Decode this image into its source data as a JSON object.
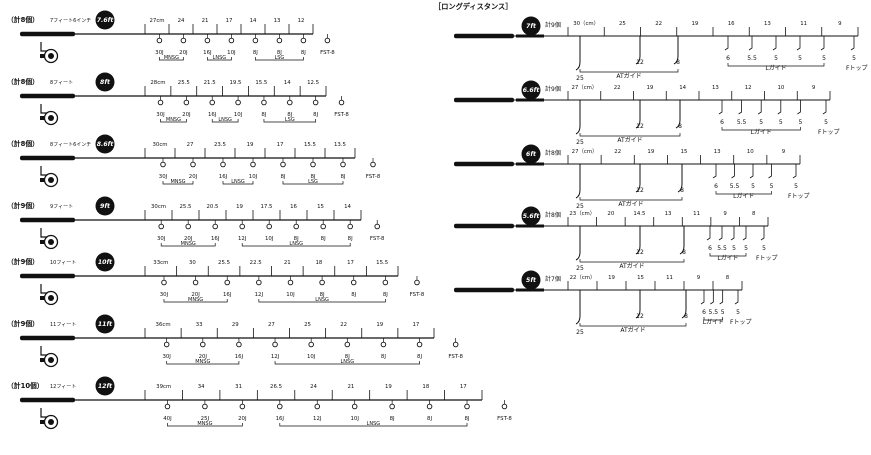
{
  "section_title": "［ロングディスタンス］",
  "left_rods": [
    {
      "count_label": "（計8個）",
      "length_label": "7フィート6インチ",
      "badge": "7.6ft",
      "spacings": [
        "27cm",
        "24",
        "21",
        "17",
        "14",
        "13",
        "12"
      ],
      "guides": [
        "30J",
        "20J",
        "16J",
        "10J",
        "8J",
        "8J",
        "8J",
        "FST-8"
      ],
      "group_labels": [
        "MNSG",
        "LNSG",
        "LSG"
      ]
    },
    {
      "count_label": "（計8個）",
      "length_label": "8フィート",
      "badge": "8ft",
      "spacings": [
        "28cm",
        "25.5",
        "21.5",
        "19.5",
        "15.5",
        "14",
        "12.5"
      ],
      "guides": [
        "30J",
        "20J",
        "16J",
        "10J",
        "8J",
        "8J",
        "8J",
        "FST-8"
      ],
      "group_labels": [
        "MNSG",
        "LNSG",
        "LSG"
      ]
    },
    {
      "count_label": "（計8個）",
      "length_label": "8フィート6インチ",
      "badge": "8.6ft",
      "spacings": [
        "30cm",
        "27",
        "23.5",
        "19",
        "17",
        "15.5",
        "13.5"
      ],
      "guides": [
        "30J",
        "20J",
        "16J",
        "10J",
        "8J",
        "8J",
        "8J",
        "FST-8"
      ],
      "group_labels": [
        "MNSG",
        "LNSG",
        "LSG"
      ]
    },
    {
      "count_label": "（計9個）",
      "length_label": "9フィート",
      "badge": "9ft",
      "spacings": [
        "30cm",
        "25.5",
        "20.5",
        "19",
        "17.5",
        "16",
        "15",
        "14"
      ],
      "guides": [
        "30J",
        "20J",
        "16J",
        "12J",
        "10J",
        "8J",
        "8J",
        "8J",
        "FST-8"
      ],
      "group_labels": [
        "MNSG",
        "LNSG"
      ]
    },
    {
      "count_label": "（計9個）",
      "length_label": "10フィート",
      "badge": "10ft",
      "spacings": [
        "33cm",
        "30",
        "25.5",
        "22.5",
        "21",
        "18",
        "17",
        "15.5"
      ],
      "guides": [
        "30J",
        "20J",
        "16J",
        "12J",
        "10J",
        "8J",
        "8J",
        "8J",
        "FST-8"
      ],
      "group_labels": [
        "MNSG",
        "LNSG"
      ]
    },
    {
      "count_label": "（計9個）",
      "length_label": "11フィート",
      "badge": "11ft",
      "spacings": [
        "36cm",
        "33",
        "29",
        "27",
        "25",
        "22",
        "19",
        "17"
      ],
      "guides": [
        "30J",
        "20J",
        "16J",
        "12J",
        "10J",
        "8J",
        "8J",
        "8J",
        "FST-8"
      ],
      "group_labels": [
        "MNSG",
        "LNSG"
      ]
    },
    {
      "count_label": "（計10個）",
      "length_label": "12フィート",
      "badge": "12ft",
      "spacings": [
        "39cm",
        "34",
        "31",
        "26.5",
        "24",
        "21",
        "19",
        "18",
        "17"
      ],
      "guides": [
        "40J",
        "25J",
        "20J",
        "16J",
        "12J",
        "10J",
        "8J",
        "8J",
        "8J",
        "FST-8"
      ],
      "group_labels": [
        "MNSG",
        "LNSG"
      ]
    }
  ],
  "right_rods": [
    {
      "count_label": "計9個",
      "badge": "7ft",
      "spacings": [
        "30（cm）",
        "25",
        "22",
        "19",
        "16",
        "13",
        "11",
        "9"
      ],
      "at_guides": [
        "25",
        "12",
        "8"
      ],
      "l_guides": [
        "6",
        "5.5",
        "5",
        "5",
        "5"
      ],
      "f_top": "5",
      "at_label": "ATガイド",
      "l_label": "Lガイド",
      "f_label": "Fトップ"
    },
    {
      "count_label": "計9個",
      "badge": "6.6ft",
      "spacings": [
        "27（cm）",
        "22",
        "19",
        "14",
        "13",
        "12",
        "10",
        "9"
      ],
      "at_guides": [
        "25",
        "12",
        "8"
      ],
      "l_guides": [
        "6",
        "5.5",
        "5",
        "5",
        "5"
      ],
      "f_top": "5",
      "at_label": "ATガイド",
      "l_label": "Lガイド",
      "f_label": "Fトップ"
    },
    {
      "count_label": "計8個",
      "badge": "6ft",
      "spacings": [
        "27（cm）",
        "22",
        "19",
        "15",
        "13",
        "10",
        "9"
      ],
      "at_guides": [
        "25",
        "12",
        "8"
      ],
      "l_guides": [
        "6",
        "5.5",
        "5",
        "5"
      ],
      "f_top": "5",
      "at_label": "ATガイド",
      "l_label": "Lガイド",
      "f_label": "Fトップ"
    },
    {
      "count_label": "計8個",
      "badge": "5.6ft",
      "spacings": [
        "23（cm）",
        "20",
        "14.5",
        "13",
        "11",
        "9",
        "8"
      ],
      "at_guides": [
        "25",
        "12",
        "8"
      ],
      "l_guides": [
        "6",
        "5.5",
        "5",
        "5"
      ],
      "f_top": "5",
      "at_label": "ATガイド",
      "l_label": "Lガイド",
      "f_label": "Fトップ"
    },
    {
      "count_label": "計7個",
      "badge": "5ft",
      "spacings": [
        "22（cm）",
        "19",
        "15",
        "11",
        "9",
        "8"
      ],
      "at_guides": [
        "25",
        "12",
        "8"
      ],
      "l_guides": [
        "6",
        "5.5",
        "5"
      ],
      "f_top": "5",
      "at_label": "ATガイド",
      "l_label": "Lガイド",
      "f_label": "Fトップ"
    }
  ]
}
